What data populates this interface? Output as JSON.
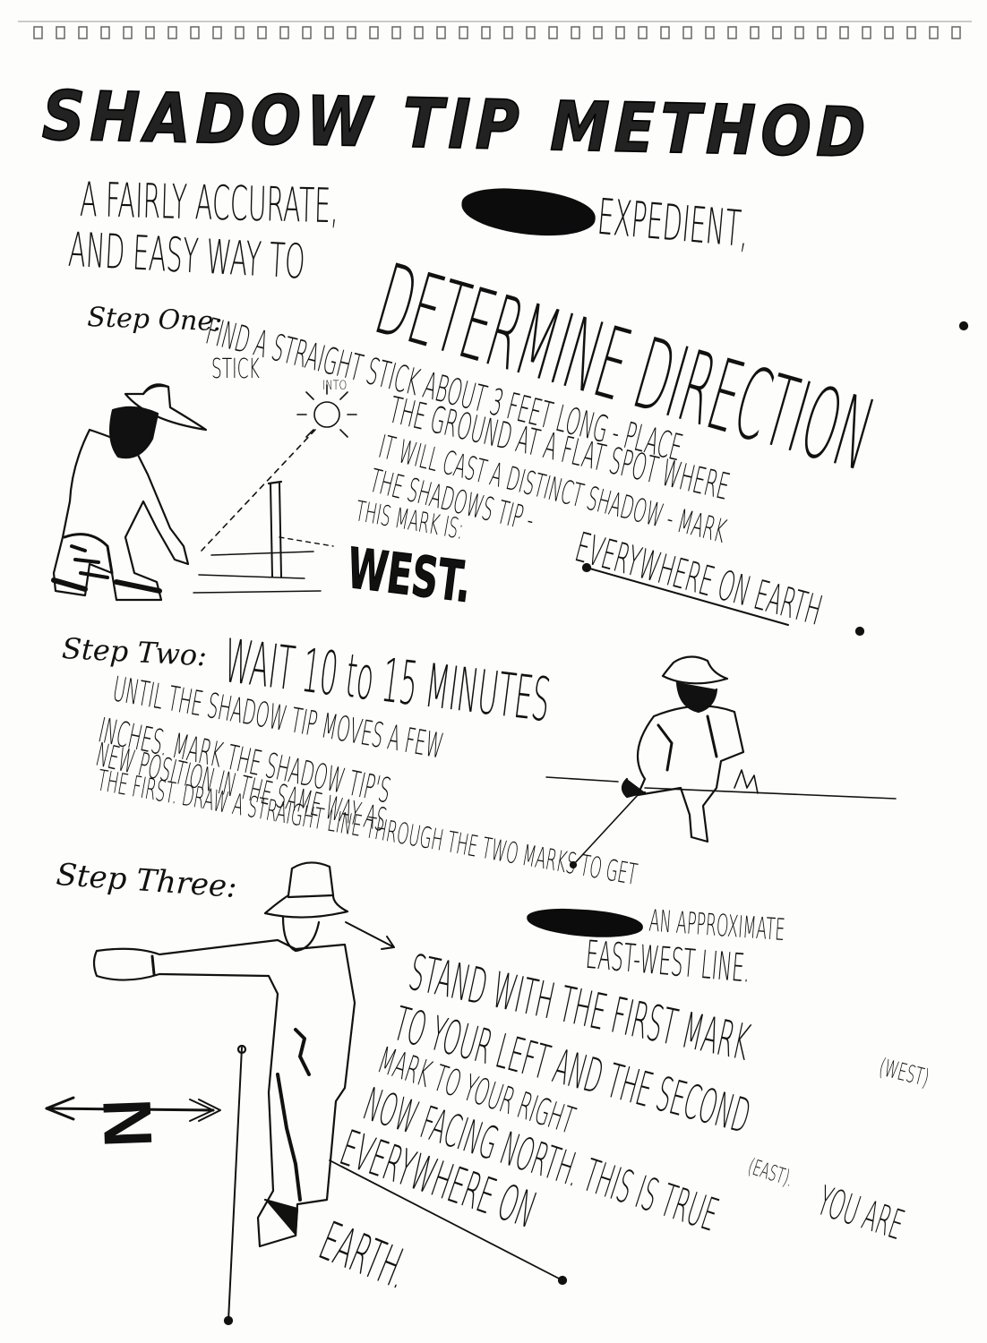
{
  "title": "SHADOW TIP METHOD",
  "intro": {
    "line1_a": "A FAIRLY ACCURATE,",
    "line1_b": "EXPEDIENT,",
    "line2": "AND EASY WAY TO",
    "line2_big": "DETERMINE DIRECTION"
  },
  "step_one": {
    "label": "Step One:",
    "line1": "FIND A STRAIGHT STICK ABOUT 3 FEET LONG - PLACE",
    "line2_a": "STICK",
    "line2_b": "INTO",
    "line2_c": "THE GROUND AT A FLAT SPOT WHERE",
    "line3": "IT WILL CAST A DISTINCT SHADOW - MARK",
    "line4": "THE SHADOWS TIP -",
    "line4_b": "EVERYWHERE ON EARTH",
    "line5": "THIS MARK IS:",
    "west": "WEST."
  },
  "step_two": {
    "label": "Step Two:",
    "line1": "WAIT 10 to 15 MINUTES",
    "line2": "UNTIL THE SHADOW TIP MOVES A FEW",
    "line3": "INCHES. MARK THE SHADOW TIP'S",
    "line4": "NEW POSITION IN THE SAME WAY AS",
    "line5": "THE FIRST. DRAW A STRAIGHT LINE THROUGH THE TWO MARKS TO GET"
  },
  "step_three": {
    "label": "Step Three:",
    "line_a": "AN APPROXIMATE",
    "line_b": "EAST-WEST LINE.",
    "line1": "STAND WITH THE FIRST MARK",
    "line1_b": "(WEST)",
    "line2": "TO YOUR LEFT AND THE SECOND",
    "line3": "MARK TO YOUR RIGHT",
    "line3_b": "(EAST).",
    "line3_c": "YOU ARE",
    "line4": "NOW FACING NORTH. THIS IS TRUE",
    "line5": "EVERYWHERE ON",
    "line6": "EARTH."
  },
  "compass_letter": "N"
}
